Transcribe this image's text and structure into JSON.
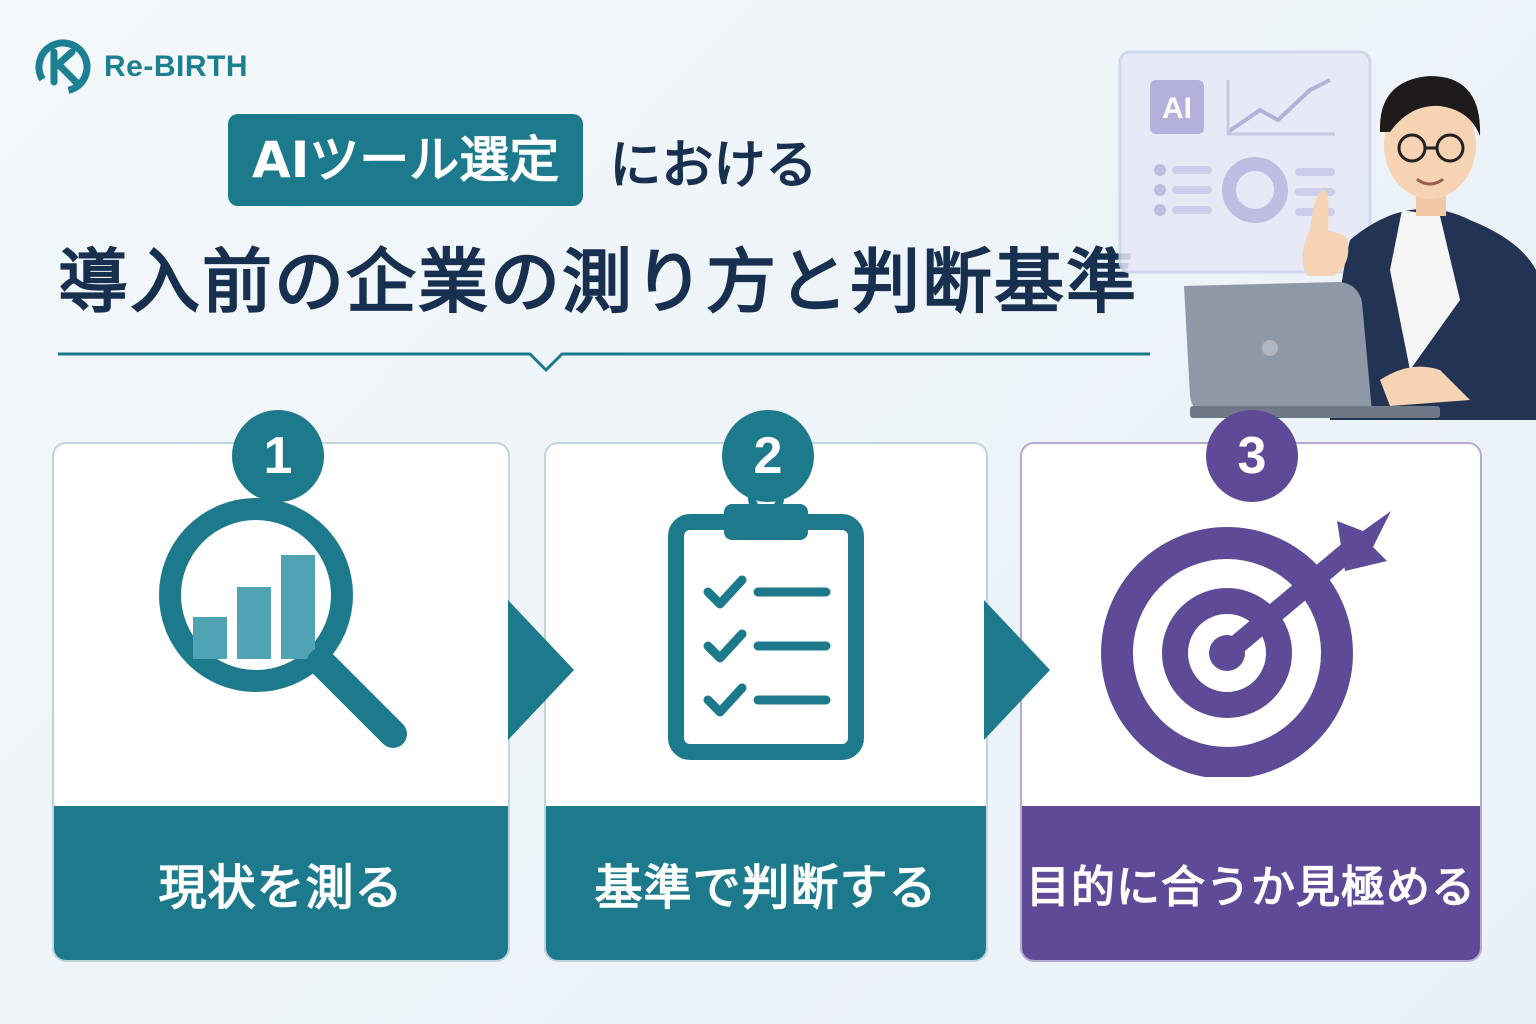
{
  "brand": {
    "name": "Re-BIRTH"
  },
  "title": {
    "badge": "AIツール選定",
    "suffix": "における",
    "main": "導入前の企業の測り方と判断基準"
  },
  "illustration": {
    "screen_badge": "AI"
  },
  "steps": [
    {
      "number": "1",
      "label": "現状を測る",
      "icon": "magnifier-chart-icon",
      "color": "#1d7a8c"
    },
    {
      "number": "2",
      "label": "基準で判断する",
      "icon": "clipboard-checklist-icon",
      "color": "#1d7a8c"
    },
    {
      "number": "3",
      "label": "目的に合うか見極める",
      "icon": "target-arrow-icon",
      "color": "#5e4a97"
    }
  ],
  "colors": {
    "teal": "#1d7a8c",
    "purple": "#5e4a97",
    "navy": "#17304f"
  }
}
